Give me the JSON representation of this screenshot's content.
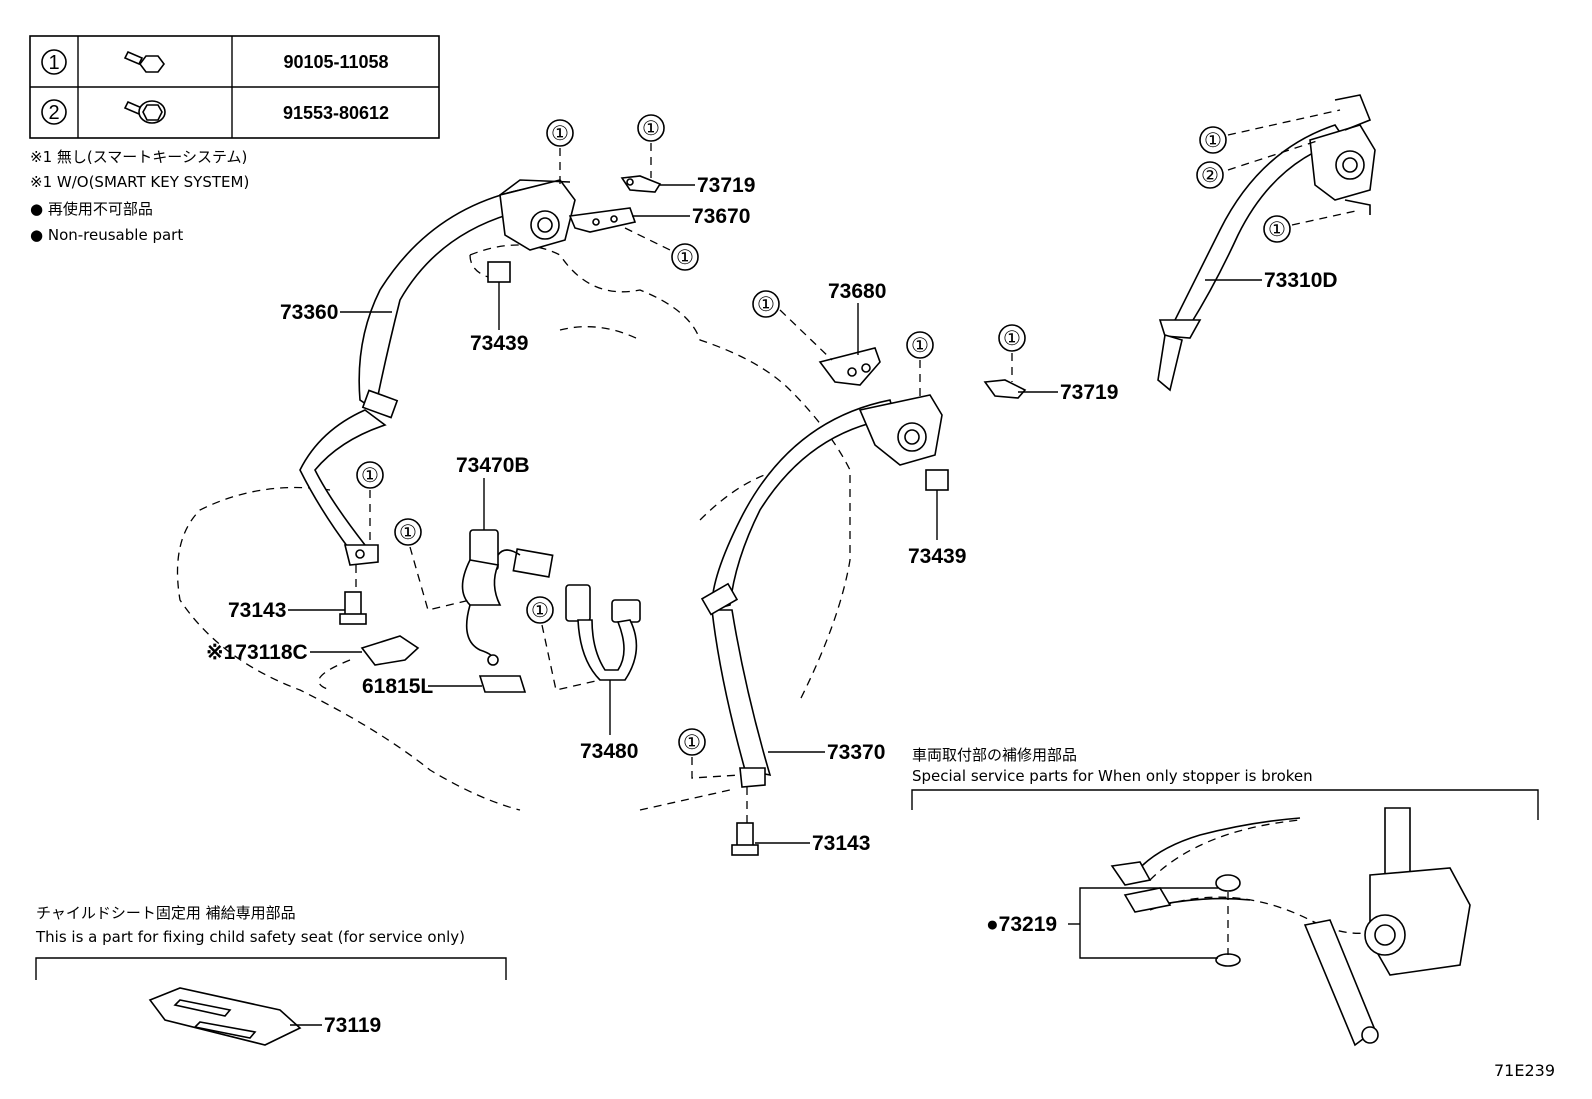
{
  "fastener_table": [
    {
      "ref": "1",
      "part_no": "90105-11058"
    },
    {
      "ref": "2",
      "part_no": "91553-80612"
    }
  ],
  "notes": {
    "w_o_jp": "※1 無し(スマートキーシステム)",
    "w_o_en": "※1 W/O(SMART KEY SYSTEM)",
    "nonreusable_jp": "● 再使用不可部品",
    "nonreusable_en": "● Non-reusable part"
  },
  "child_seat": {
    "title_jp": "チャイルドシート固定用 補給専用部品",
    "title_en": "This is a part for fixing child safety seat (for service only)"
  },
  "special": {
    "title_jp": "車両取付部の補修用部品",
    "title_en": "Special service parts for When only stopper is broken"
  },
  "callouts": {
    "c1": "①",
    "c2": "②"
  },
  "parts": {
    "p73719a": "73719",
    "p73670": "73670",
    "p73360": "73360",
    "p73439a": "73439",
    "p73680": "73680",
    "p73719b": "73719",
    "p73310d": "73310D",
    "p73470b": "73470B",
    "p73439b": "73439",
    "p73143a": "73143",
    "p73118c": "※173118C",
    "p61815l": "61815L",
    "p73480": "73480",
    "p73370": "73370",
    "p73143b": "73143",
    "p73219": "●73219",
    "p73119": "73119"
  },
  "figure_id": "71E239"
}
